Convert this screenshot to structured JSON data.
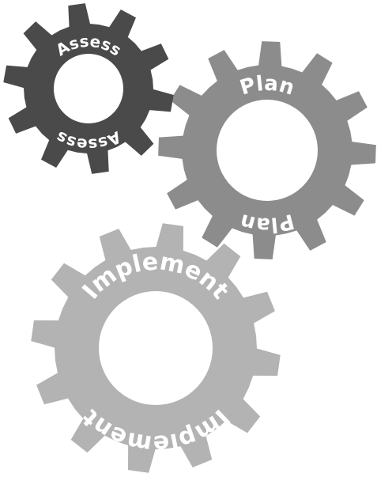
{
  "gears": [
    {
      "id": "assess",
      "label_top": "Assess",
      "label_bottom": "Assess",
      "color": "#4a4a4a"
    },
    {
      "id": "plan",
      "label_top": "Plan",
      "label_bottom": "Plan",
      "color": "#8c8c8c"
    },
    {
      "id": "implement",
      "label_top": "Implement",
      "label_bottom": "Implement",
      "color": "#b3b3b3"
    }
  ]
}
